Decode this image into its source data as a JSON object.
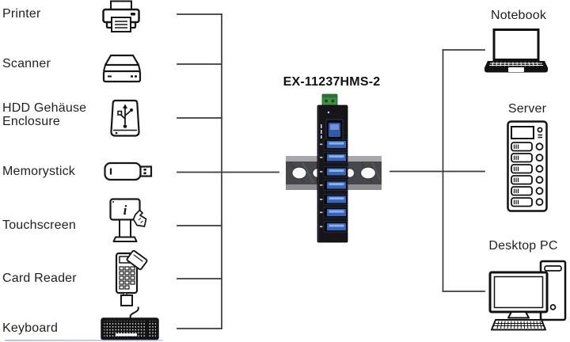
{
  "hub": {
    "model": "EX-11237HMS-2",
    "ports": {
      "usb_b_upstream": 1,
      "usb_a_downstream": 7
    },
    "colors": {
      "body": "#17171b",
      "usb_port_blue": "#3566bd",
      "usb_tongue_blue": "#8fb0e4",
      "terminal_block_green": "#3e8f43",
      "din_rail_gray": "#55555b"
    }
  },
  "left_devices": [
    {
      "id": "printer",
      "label": "Printer"
    },
    {
      "id": "scanner",
      "label": "Scanner"
    },
    {
      "id": "hdd-enclosure",
      "label": "HDD Gehäuse\nEnclosure"
    },
    {
      "id": "memorystick",
      "label": "Memorystick"
    },
    {
      "id": "touchscreen",
      "label": "Touchscreen"
    },
    {
      "id": "card-reader",
      "label": "Card Reader"
    },
    {
      "id": "keyboard",
      "label": "Keyboard"
    }
  ],
  "right_devices": [
    {
      "id": "notebook",
      "label": "Notebook"
    },
    {
      "id": "server",
      "label": "Server"
    },
    {
      "id": "desktop-pc",
      "label": "Desktop PC"
    }
  ],
  "decor": {
    "bottom_strip_color": "#a8b9e2",
    "line_color": "#3a3a3a"
  }
}
